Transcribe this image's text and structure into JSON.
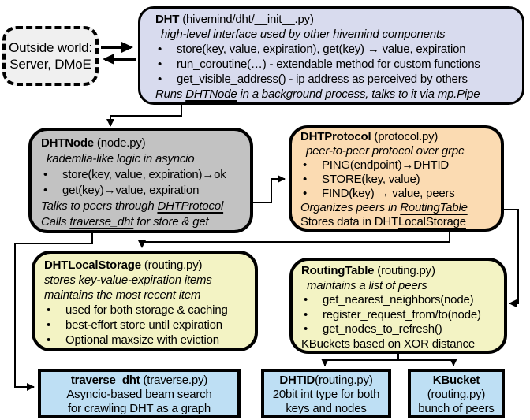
{
  "ui": {
    "bullet": "•"
  },
  "colors": {
    "outside_fill": "#f0f0f0",
    "dht_fill": "#d8dbee",
    "node_fill": "#c2c2c2",
    "protocol_fill": "#fbdbb2",
    "storage_fill": "#f3f3c4",
    "routing_fill": "#f3f3c4",
    "leaf_fill": "#bedff4",
    "line_color": "#000000"
  },
  "outside": {
    "line1": "Outside world:",
    "line2": "Server, DMoE"
  },
  "dht": {
    "title_name": "DHT",
    "title_file": " (hivemind/dht/__init__.py)",
    "subtitle": "high-level interface used by other hivemind components",
    "bullets": [
      "store(key, value, expiration), get(key) → value, expiration",
      "run_coroutine(…) - extendable method for custom functions",
      "get_visible_address() - ip address as perceived by others"
    ],
    "footer_pre": "Runs ",
    "footer_ref": "DHTNode",
    "footer_post": " in a background process, talks to it via mp.Pipe"
  },
  "dhtnode": {
    "title_name": "DHTNode",
    "title_file": " (node.py)",
    "subtitle": "kademlia-like logic in asyncio",
    "bullets": [
      "store(key, value, expiration)→ok",
      "get(key)→value, expiration"
    ],
    "line5_pre": "Talks to peers through ",
    "line5_ref": "DHTProtocol",
    "line6_pre": "Calls ",
    "line6_ref": "traverse_dht",
    "line6_post": " for store & get"
  },
  "dhtprotocol": {
    "title_name": "DHTProtocol",
    "title_file": " (protocol.py)",
    "subtitle": "peer-to-peer protocol over grpc",
    "bullets": [
      "PING(endpoint)→DHTID",
      "STORE(key, value)",
      "FIND(key) → value, peers"
    ],
    "line6_pre": "Organizes peers in ",
    "line6_ref": "RoutingTable",
    "line7_pre": "Stores data in DHT",
    "line7_ref": "LocalStorage"
  },
  "dhtlocalstorage": {
    "title_name": "DHTLocalStorage",
    "title_file": " (routing.py)",
    "subtitle1": "stores key-value-expiration items",
    "subtitle2": "maintains the most recent item",
    "bullets": [
      "used for both storage & caching",
      "best-effort store until expiration",
      "Optional maxsize with eviction"
    ]
  },
  "routingtable": {
    "title_name": "RoutingTable",
    "title_file": " (routing.py)",
    "subtitle": "maintains a list of peers",
    "bullets": [
      "get_nearest_neighbors(node)",
      "register_request_from/to(node)",
      "get_nodes_to_refresh()"
    ],
    "footer": "KBuckets based on XOR distance"
  },
  "traverse": {
    "title_name": "traverse_dht",
    "title_file": " (traverse.py)",
    "line2": "Asyncio-based beam search",
    "line3": "for crawling DHT as a graph"
  },
  "dhtid": {
    "title_name": "DHTID",
    "title_file": "(routing.py)",
    "line2": "20bit int type for both",
    "line3": "keys and nodes"
  },
  "kbucket": {
    "title_name": "KBucket",
    "line2": "(routing.py)",
    "line3": "bunch of peers"
  }
}
